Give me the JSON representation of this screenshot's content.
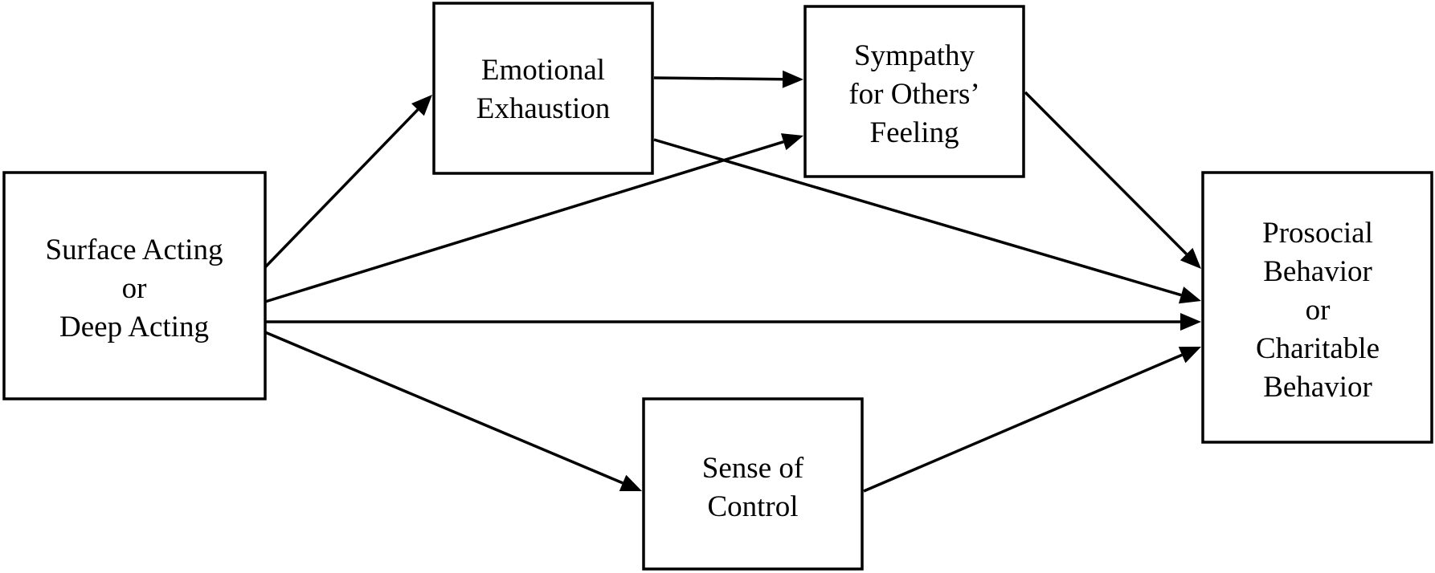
{
  "diagram": {
    "colors": {
      "stroke": "#000000",
      "background": "#ffffff"
    },
    "nodes": [
      {
        "id": "acting",
        "lines": [
          "Surface Acting",
          "or",
          "Deep Acting"
        ]
      },
      {
        "id": "exhaustion",
        "lines": [
          "Emotional",
          "Exhaustion"
        ]
      },
      {
        "id": "sympathy",
        "lines": [
          "Sympathy",
          "for Others’",
          "Feeling"
        ]
      },
      {
        "id": "control",
        "lines": [
          "Sense of",
          "Control"
        ]
      },
      {
        "id": "prosocial",
        "lines": [
          "Prosocial",
          "Behavior",
          "or",
          "Charitable",
          "Behavior"
        ]
      }
    ],
    "edges": [
      {
        "from": "acting",
        "to": "exhaustion"
      },
      {
        "from": "acting",
        "to": "sympathy"
      },
      {
        "from": "acting",
        "to": "prosocial"
      },
      {
        "from": "acting",
        "to": "control"
      },
      {
        "from": "exhaustion",
        "to": "sympathy"
      },
      {
        "from": "exhaustion",
        "to": "prosocial"
      },
      {
        "from": "sympathy",
        "to": "prosocial"
      },
      {
        "from": "control",
        "to": "prosocial"
      }
    ]
  }
}
